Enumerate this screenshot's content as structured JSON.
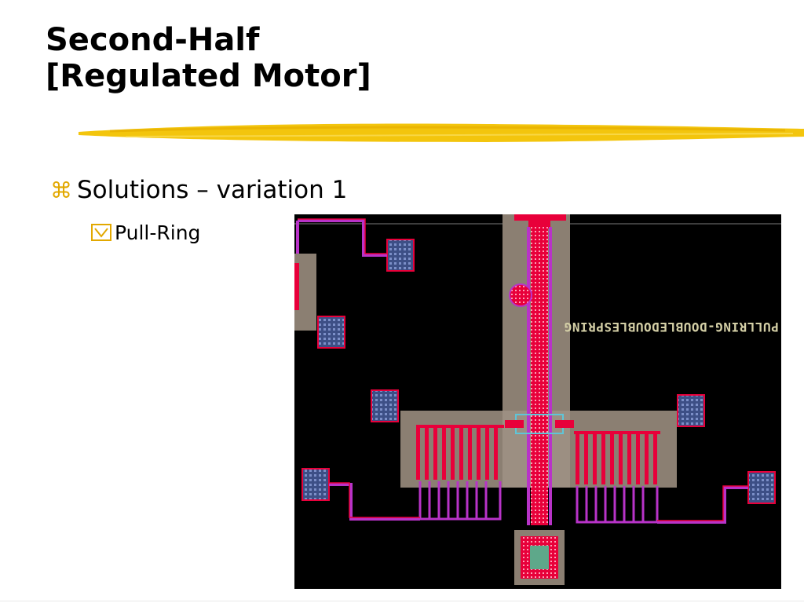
{
  "slide": {
    "title_line1": "Second-Half",
    "title_line2": "[Regulated Motor]",
    "bullet1": {
      "glyph": "⌘",
      "text": "Solutions – variation 1"
    },
    "bullet2": {
      "text": "Pull-Ring"
    },
    "layout_label": "PULLRING-DOUBLEDOUBLESPRING",
    "colors": {
      "accent": "#e2a800",
      "stroke_yellow": "#f2c200",
      "layout_bg": "#000000",
      "metal_gray": "#8b7f72",
      "trace_red": "#e8003a",
      "trace_magenta": "#b833c8",
      "pad_blue": "#4a5a8c"
    },
    "icons": [
      "command-key-icon",
      "checkbox-icon"
    ]
  }
}
